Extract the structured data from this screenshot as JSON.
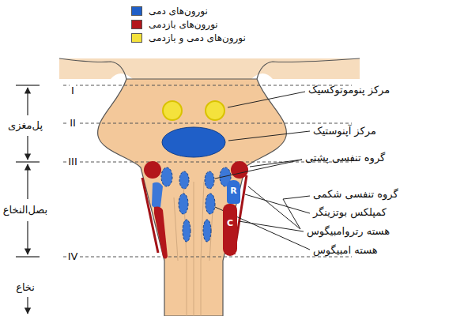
{
  "diagram": {
    "nodes": [
      {
        "text": [
          "R"
        ]
      },
      {
        "text": [
          "C"
        ]
      }
    ],
    "labels": [
      "I",
      "II",
      "III",
      "IV",
      "پل‌مغزی",
      "بصل‌النخاع",
      "نخاع",
      "مرکز پنوموتوکسیک",
      "مرکز آپنوستیک",
      "گروه تنفسی پشتی",
      "گروه تنفسی شکمی",
      "کمپلکس بوتزینگر",
      "هسته رتروامبیگوس",
      "هسته امبیگوس"
    ],
    "legend": [
      {
        "text": "نورون‌های دمی",
        "color": "#1f5fc8"
      },
      {
        "text": "نورون‌های بازدمی",
        "color": "#b3161b"
      },
      {
        "text": "نورون‌های دمی و بازدمی",
        "color": "#f4e23c"
      }
    ]
  }
}
